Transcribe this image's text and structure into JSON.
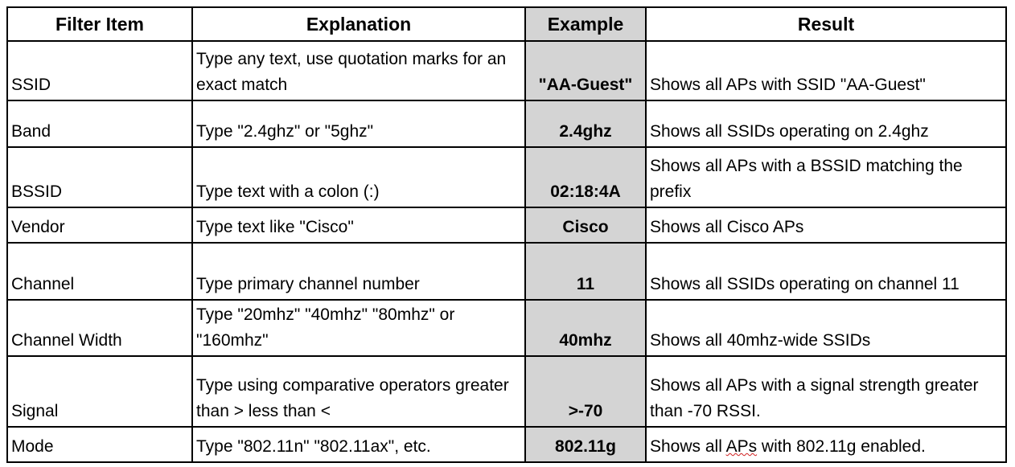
{
  "headers": [
    "Filter Item",
    "Explanation",
    "Example",
    "Result"
  ],
  "rows": [
    {
      "item": "SSID",
      "explanation": "Type any text, use quotation marks for an exact match",
      "example": "\"AA-Guest\"",
      "result": "Shows all APs with SSID \"AA-Guest\""
    },
    {
      "item": "Band",
      "explanation": "Type \"2.4ghz\" or \"5ghz\"",
      "example": "2.4ghz",
      "result": "Shows all SSIDs operating on 2.4ghz"
    },
    {
      "item": "BSSID",
      "explanation": "Type text with a colon (:)",
      "example": "02:18:4A",
      "result": "Shows all APs with a BSSID matching the prefix"
    },
    {
      "item": "Vendor",
      "explanation": "Type text like \"Cisco\"",
      "example": "Cisco",
      "result": "Shows all Cisco APs"
    },
    {
      "item": "Channel",
      "explanation": "Type primary channel number",
      "example": "11",
      "result": "Shows all SSIDs operating on channel 11"
    },
    {
      "item": "Channel Width",
      "explanation": "Type \"20mhz\" \"40mhz\" \"80mhz\" or \"160mhz\"",
      "example": "40mhz",
      "result": "Shows all 40mhz-wide SSIDs"
    },
    {
      "item": "Signal",
      "explanation": "Type using comparative operators greater than > less than <",
      "example": ">-70",
      "result": "Shows all APs with a signal strength greater than -70 RSSI."
    },
    {
      "item": "Mode",
      "explanation": "Type \"802.11n\" \"802.11ax\", etc.",
      "example": "802.11g",
      "result_parts": [
        "Shows all ",
        "APs",
        " with 802.11g enabled."
      ]
    }
  ]
}
